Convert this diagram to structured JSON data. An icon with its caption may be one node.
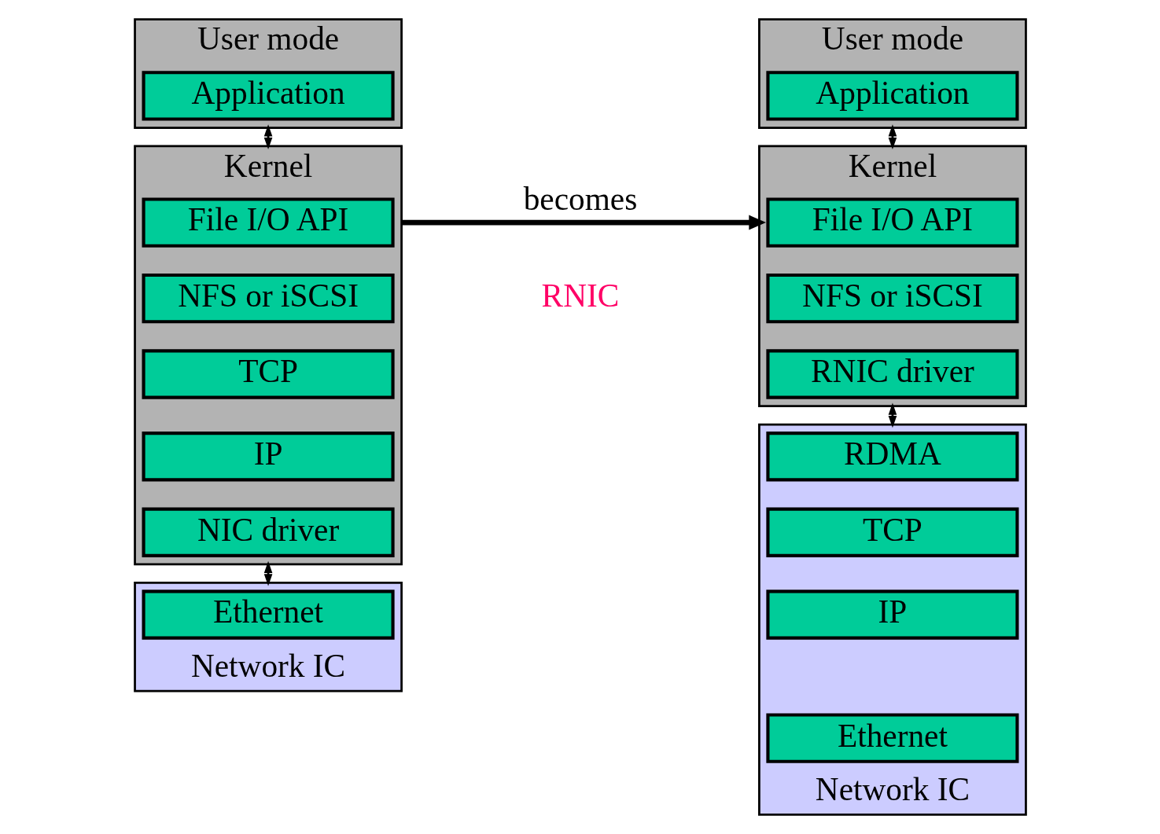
{
  "diagram": {
    "nodes": [
      {
        "text": [
          "User mode"
        ]
      },
      {
        "text": [
          "Application"
        ],
        "in": 0
      },
      {
        "text": [
          "Kernel"
        ]
      },
      {
        "text": [
          "File I/O API"
        ],
        "in": 2
      },
      {
        "text": [
          "NFS or iSCSI"
        ],
        "in": 2
      },
      {
        "text": [
          "TCP"
        ],
        "in": 2
      },
      {
        "text": [
          "IP"
        ],
        "in": 2
      },
      {
        "text": [
          "NIC driver"
        ],
        "in": 2
      },
      {
        "text": [
          "Network IC"
        ]
      },
      {
        "text": [
          "Ethernet"
        ],
        "in": 8
      },
      {
        "text": [
          "User mode"
        ]
      },
      {
        "text": [
          "Application"
        ],
        "in": 10
      },
      {
        "text": [
          "Kernel"
        ]
      },
      {
        "text": [
          "File I/O API"
        ],
        "in": 12
      },
      {
        "text": [
          "NFS or iSCSI"
        ],
        "in": 12
      },
      {
        "text": [
          "RNIC driver"
        ],
        "in": 12
      },
      {
        "text": [
          "Network IC"
        ]
      },
      {
        "text": [
          "RDMA"
        ],
        "in": 16
      },
      {
        "text": [
          "TCP"
        ],
        "in": 16
      },
      {
        "text": [
          "IP"
        ],
        "in": 16
      },
      {
        "text": [
          "Ethernet"
        ],
        "in": 16
      }
    ],
    "edges": [
      {
        "from": 0,
        "to": 2,
        "arrow": "both"
      },
      {
        "from": 2,
        "to": 8,
        "arrow": "both"
      },
      {
        "from": 2,
        "to": 12,
        "arrow": "to",
        "label": "becomes",
        "style": "thick"
      },
      {
        "from": 10,
        "to": 12,
        "arrow": "both"
      },
      {
        "from": 12,
        "to": 16,
        "arrow": "both"
      }
    ],
    "labels": [
      "RNIC"
    ]
  }
}
